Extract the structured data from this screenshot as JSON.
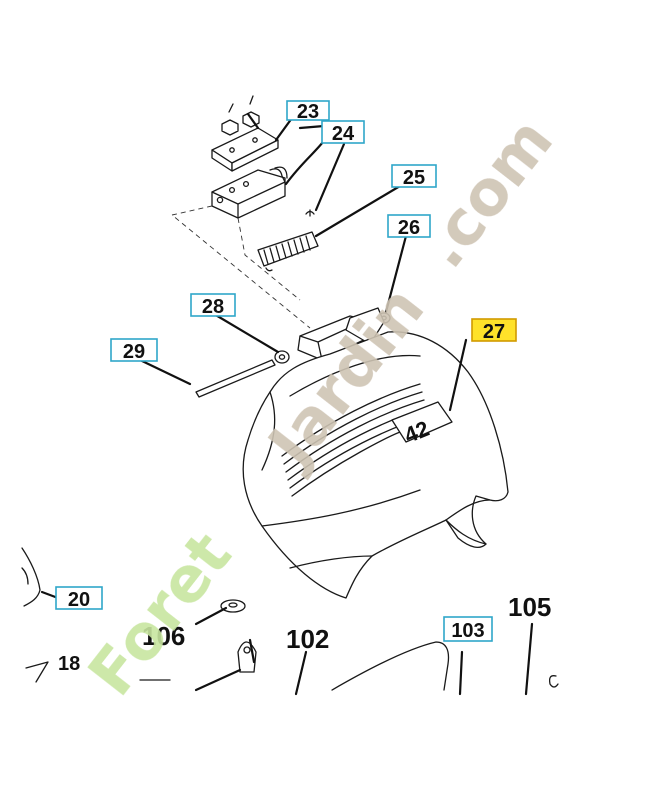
{
  "callouts": {
    "c23": "23",
    "c24": "24",
    "c25": "25",
    "c26": "26",
    "c27": "27",
    "c28": "28",
    "c29": "29",
    "c20": "20",
    "c103": "103"
  },
  "labels": {
    "l18": "18",
    "l106": "106",
    "l102": "102",
    "l105": "105"
  },
  "cover_emblem": "42",
  "watermark": {
    "green_part": "Foret",
    "brown_part": "Jardin",
    "suffix": ".com",
    "green_color": "#c8e6a0",
    "brown_color": "#cfc4b4"
  },
  "colors": {
    "callout_border": "#2fa6c9",
    "highlight_fill": "#ffe22a"
  }
}
